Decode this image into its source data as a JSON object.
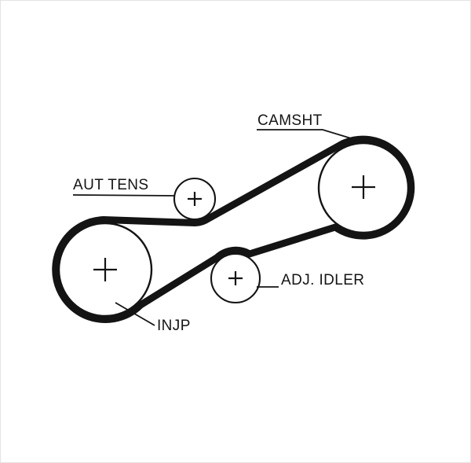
{
  "diagram": {
    "type": "timing-belt-routing-diagram",
    "labels": {
      "camshaft": "CAMSHT",
      "auto_tensioner": "AUT TENS",
      "injection_pump": "INJP",
      "adjustable_idler": "ADJ. IDLER"
    }
  },
  "colors": {
    "line": "#141414",
    "background": "#ffffff"
  }
}
